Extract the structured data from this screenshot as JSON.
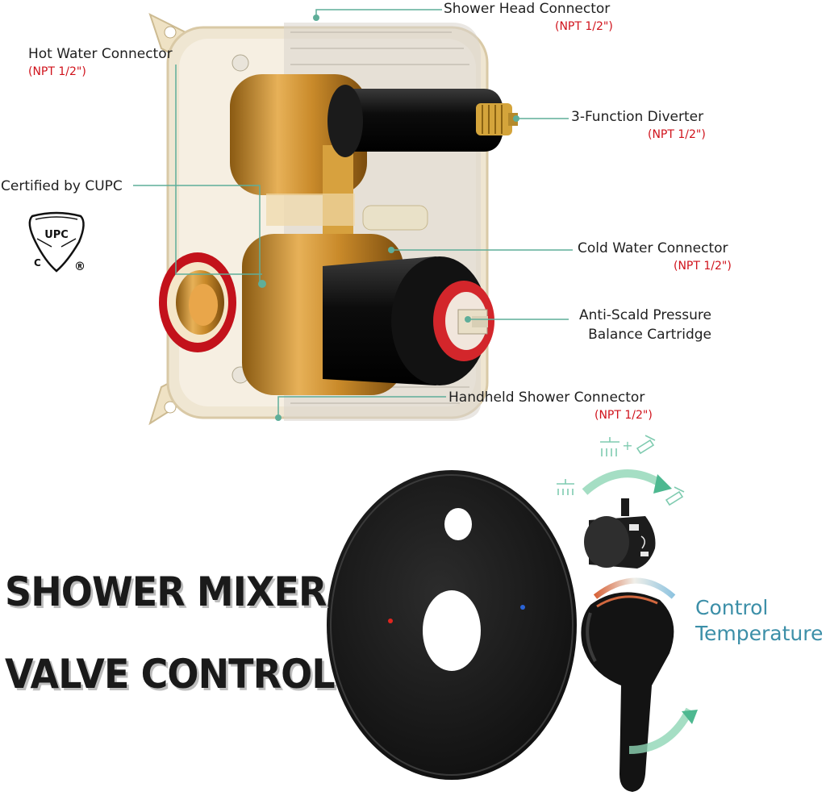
{
  "labels": {
    "shower_head": {
      "name": "Shower Head Connector",
      "spec": "(NPT 1/2\")"
    },
    "hot_water": {
      "name": "Hot Water Connector",
      "spec": "(NPT 1/2\")"
    },
    "diverter": {
      "name": "3-Function Diverter",
      "spec": "(NPT 1/2\")"
    },
    "certified": {
      "name": "Certified by CUPC"
    },
    "cold_water": {
      "name": "Cold Water Connector",
      "spec": "(NPT 1/2\")"
    },
    "cartridge": {
      "line1": "Anti-Scald Pressure",
      "line2": "Balance Cartridge"
    },
    "handheld": {
      "name": "Handheld Shower Connector",
      "spec": "(NPT 1/2\")"
    }
  },
  "logo": {
    "center": "UPC",
    "left": "C",
    "right": "®"
  },
  "headline": {
    "line1": "SHOWER MIXER",
    "line2": "VALVE CONTROL"
  },
  "control": {
    "line1": "Control",
    "line2": "Temperature"
  },
  "diverter_icons": {
    "plus": "+"
  },
  "colors": {
    "leader": "#5fae99",
    "spec_red": "#d0121b",
    "control_teal": "#3c8fa8",
    "hot": "#e0261f",
    "cold": "#2a63d6",
    "arrow_green": "#4db890"
  },
  "icons": [
    "rain-shower-icon",
    "handheld-shower-icon",
    "upc-logo",
    "swing-arrow-icon"
  ]
}
